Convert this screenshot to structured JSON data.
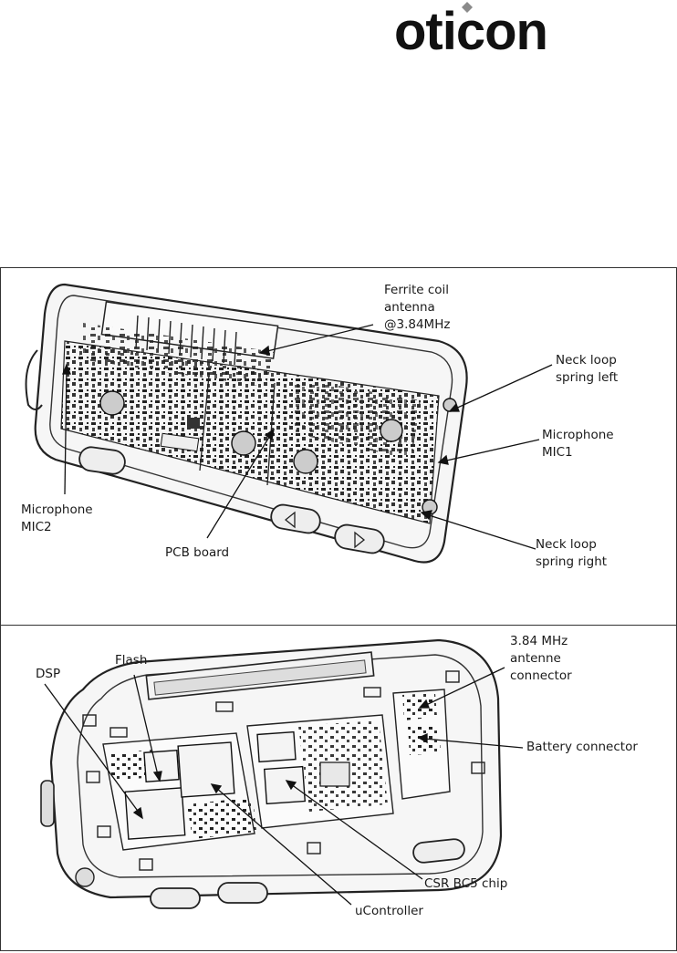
{
  "brand": {
    "logo_text": "oticon"
  },
  "top_view": {
    "labels": {
      "ferrite": "Ferrite coil\nantenna\n@3.84MHz",
      "neck_left": "Neck loop\nspring left",
      "mic1": "Microphone\nMIC1",
      "mic2": "Microphone\nMIC2",
      "pcb": "PCB  board",
      "neck_right": "Neck loop\nspring right"
    }
  },
  "bottom_view": {
    "labels": {
      "dsp": "DSP",
      "flash": "Flash",
      "antenne": "3.84 MHz\nantenne\nconnector",
      "battery": "Battery connector",
      "csr": "CSR BC5 chip",
      "ucontroller": "uController"
    }
  }
}
